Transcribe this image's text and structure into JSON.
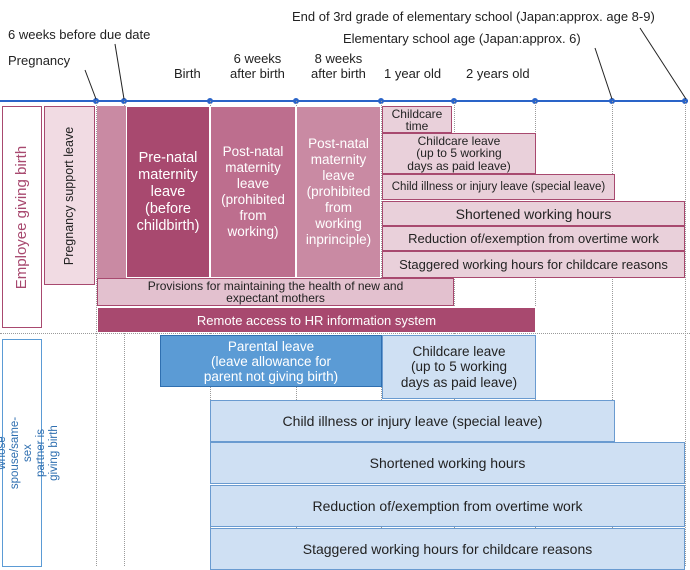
{
  "milestones": {
    "end_3rd_grade": "End of 3rd grade of  elementary school (Japan:approx. age 8-9)",
    "elementary_age": "Elementary school age (Japan:approx. 6)",
    "six_weeks_before": "6 weeks before due date",
    "pregnancy": "Pregnancy",
    "birth": "Birth",
    "six_weeks_after": "6 weeks\nafter birth",
    "eight_weeks_after": "8 weeks\nafter birth",
    "one_year": "1 year old",
    "two_years": "2 years old"
  },
  "groups": {
    "giving_birth": "Employee giving birth",
    "spouse": "Employee whose\nspouse/same-sex\npartner is giving birth"
  },
  "birth_items": {
    "pregnancy_support": "Pregnancy support leave",
    "prenatal": "Pre-natal\nmaternity\nleave\n(before\nchildbirth)",
    "postnatal_prohibited": "Post-natal\nmaternity\nleave\n(prohibited\nfrom\nworking)",
    "postnatal_principle": "Post-natal\nmaternity\nleave\n(prohibited\nfrom\nworking\ninprinciple)",
    "childcare_time": "Childcare\ntime",
    "childcare_leave": "Childcare leave\n(up to 5 working\ndays as paid leave)",
    "child_illness": "Child illness or injury leave (special leave)",
    "shortened": "Shortened working hours",
    "overtime": "Reduction of/exemption from overtime work",
    "staggered": "Staggered working hours for childcare reasons",
    "health": "Provisions for maintaining the health of new and\nexpectant mothers",
    "remote": "Remote access to HR information system"
  },
  "spouse_items": {
    "parental": "Parental leave\n(leave allowance for\nparent not giving birth)",
    "childcare_leave": "Childcare leave\n(up to 5 working\ndays as paid leave)",
    "child_illness": "Child illness or injury leave (special leave)",
    "shortened": "Shortened working hours",
    "overtime": "Reduction of/exemption from overtime work",
    "staggered": "Staggered working hours for childcare reasons"
  },
  "colors": {
    "timeline": "#2a64c8",
    "birth_accent": "#a8496f",
    "spouse_accent": "#5b9bd5"
  }
}
